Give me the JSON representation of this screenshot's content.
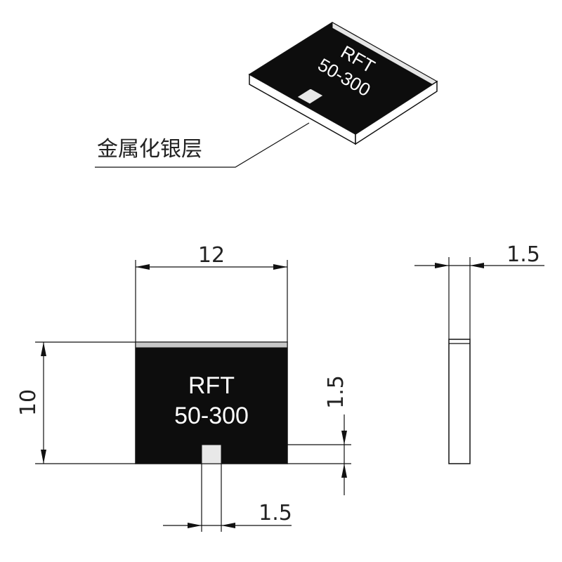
{
  "colors": {
    "body": "#0d0d0d",
    "edge_top": "#c8c8c8",
    "silver_layer": "#e6e6e6",
    "pad": "#e8e8e8",
    "line": "#111111"
  },
  "iso_view": {
    "marking_line1": "RFT",
    "marking_line2": "50-300",
    "callout_label": "金属化银层"
  },
  "front_view": {
    "marking_line1": "RFT",
    "marking_line2": "50-300",
    "dim_width": "12",
    "dim_height": "10",
    "dim_pad_height": "1.5",
    "dim_pad_width": "1.5"
  },
  "side_view": {
    "dim_thickness": "1.5"
  }
}
